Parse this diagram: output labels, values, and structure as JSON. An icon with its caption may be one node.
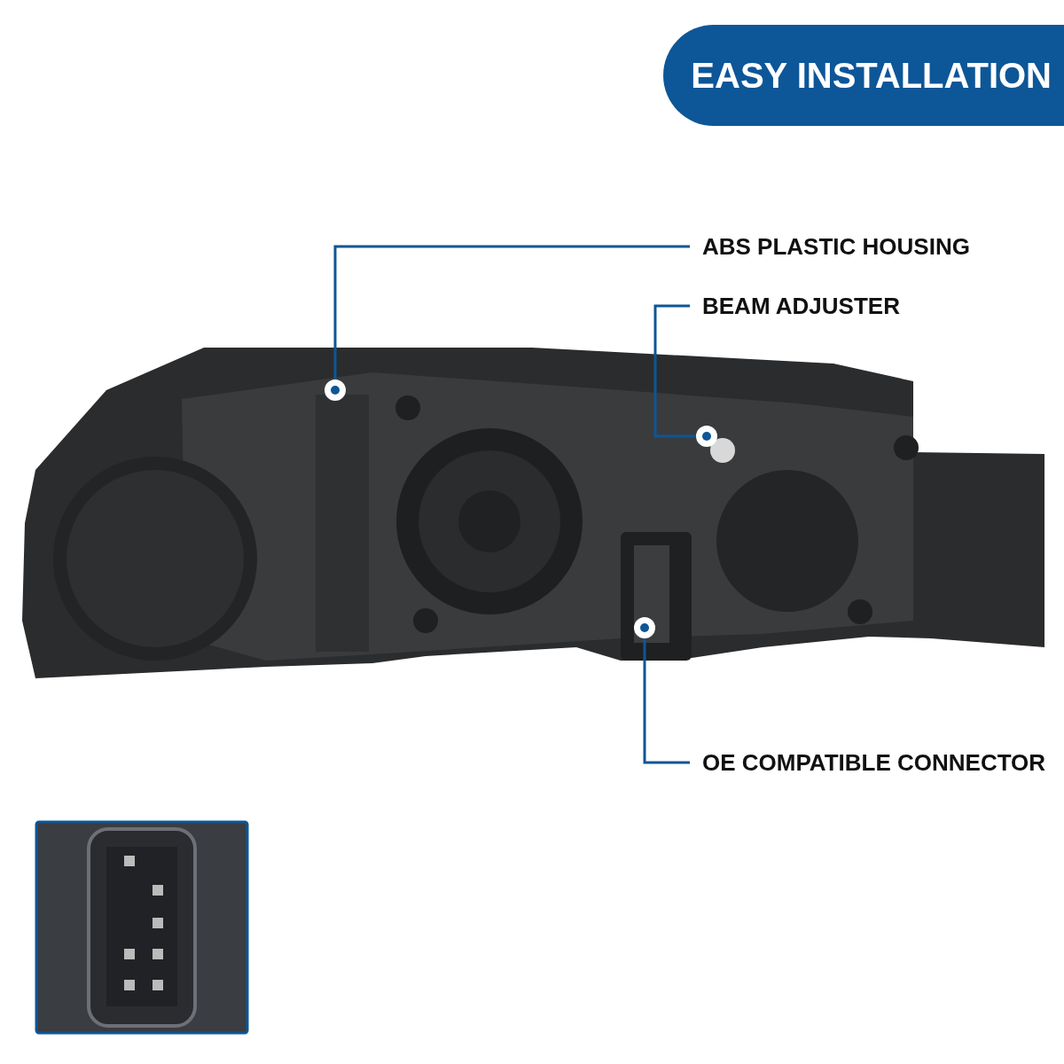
{
  "diagram": {
    "title": "EASY INSTALLATION",
    "nodes": [
      {
        "text": [
          "ABS PLASTIC HOUSING"
        ]
      },
      {
        "text": [
          "BEAM ADJUSTER"
        ]
      },
      {
        "text": [
          "OE COMPATIBLE CONNECTOR"
        ]
      },
      {
        "text": [],
        "shape": "circle"
      },
      {
        "text": [],
        "shape": "circle"
      },
      {
        "text": [],
        "shape": "circle"
      }
    ],
    "edges": [
      {
        "from": 0,
        "to": 3,
        "arrow": "none"
      },
      {
        "from": 1,
        "to": 4,
        "arrow": "none"
      },
      {
        "from": 2,
        "to": 5,
        "arrow": "none"
      }
    ]
  }
}
